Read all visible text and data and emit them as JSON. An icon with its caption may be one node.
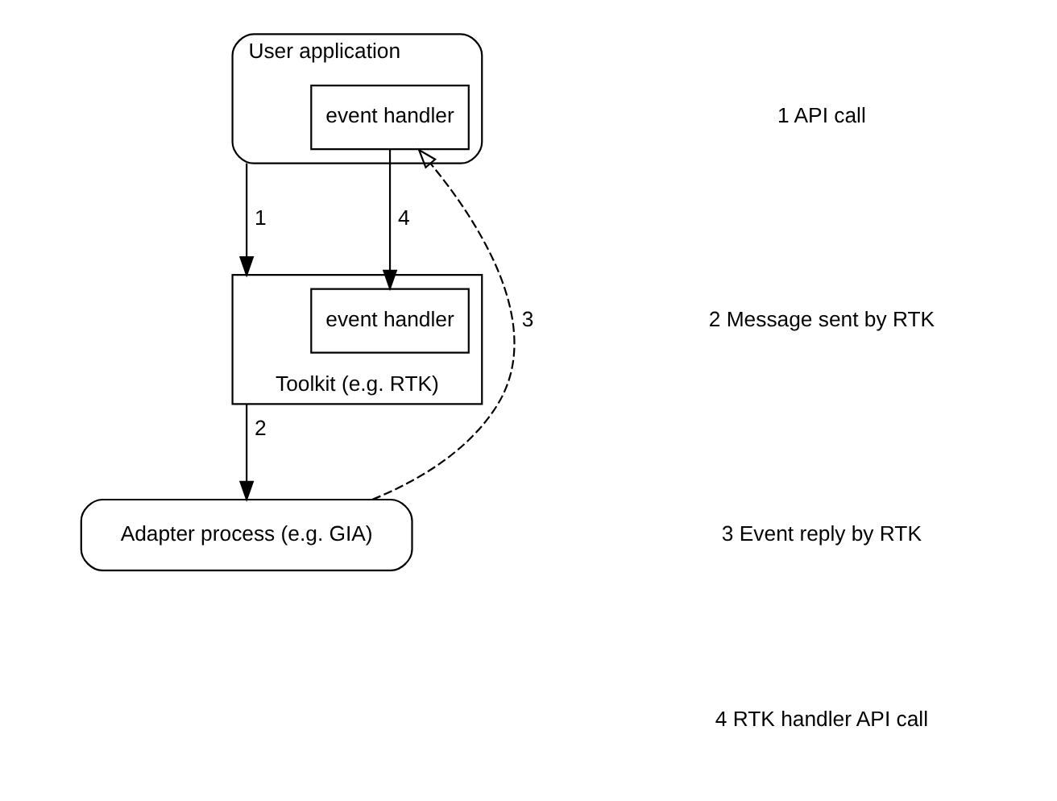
{
  "diagram": {
    "nodes": [
      {
        "text": [
          "User application"
        ]
      },
      {
        "text": [
          "event handler"
        ],
        "in": 0
      },
      {
        "text": [
          "Toolkit (e.g. RTK)"
        ]
      },
      {
        "text": [
          "event handler"
        ],
        "in": 2
      },
      {
        "text": [
          "Adapter process (e.g. GIA)"
        ]
      }
    ],
    "edges": [
      {
        "from": 0,
        "to": 2,
        "arrow": "to",
        "label": "1"
      },
      {
        "from": 1,
        "to": 3,
        "arrow": "to",
        "label": "4"
      },
      {
        "from": 2,
        "to": 4,
        "arrow": "to",
        "label": "2"
      },
      {
        "from": 4,
        "to": 1,
        "arrow": "to",
        "label": "3",
        "style": "dashed"
      }
    ],
    "labels": [
      "1 API call",
      "2 Message sent by RTK",
      "3 Event reply by RTK",
      "4 RTK handler API call"
    ]
  }
}
